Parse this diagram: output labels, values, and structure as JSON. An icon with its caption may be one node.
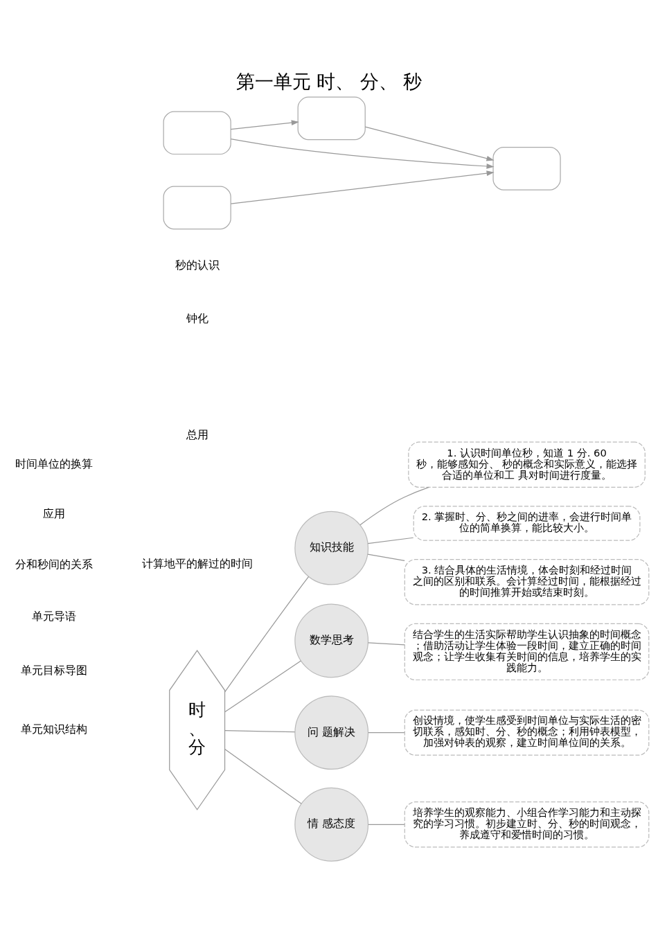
{
  "diagram": {
    "title": "第一单元 时、 分、 秒",
    "nodes": [
      {
        "text": [
          "时、分"
        ]
      },
      {
        "text": [
          "知识技能"
        ]
      },
      {
        "text": [
          "1. 认识时间单位秒，知道 1 分. 60 秒，能够感知分、 秒的概念和实际意义，能选择合适的单位和工 具对时间进行度量。"
        ]
      },
      {
        "text": [
          "2. 掌握时、分、秒之间的进率，会进行时间单位的简单换算，能比较大小。"
        ]
      },
      {
        "text": [
          "3. 结合具体的生活情境，体会时刻和经过时间之间的区别和联系。会计算经过时间，能根据经过的时间推算开始或结束时刻。"
        ]
      },
      {
        "text": [
          "数学思考"
        ]
      },
      {
        "text": [
          "结合学生的生活实际帮助学生认识抽象的时间概念；借助活动让学生体验一段时间，建立正确的时间观念；让学生收集有关时间的信息，培养学生的实践能力。"
        ]
      },
      {
        "text": [
          "问 题解决"
        ]
      },
      {
        "text": [
          "创设情境，使学生感受到时间单位与实际生活的密切联系，感知时、分、秒的概念；利用钟表模型，加强对钟表的观察，建立时间单位间的关系。"
        ]
      },
      {
        "text": [
          "情 感态度"
        ]
      },
      {
        "text": [
          "培养学生的观察能力、小组合作学习能力和主动探究的学习习惯。初步建立时、分、秒的时间观念，养成遵守和爱惜时间的习惯。"
        ]
      },
      {
        "text": [],
        "shape": "box"
      },
      {
        "text": [],
        "shape": "box"
      },
      {
        "text": [],
        "shape": "box"
      },
      {
        "text": [],
        "shape": "box"
      }
    ],
    "edges": [
      {
        "from": 0,
        "to": 1,
        "arrow": "none"
      },
      {
        "from": 0,
        "to": 5,
        "arrow": "none"
      },
      {
        "from": 0,
        "to": 7,
        "arrow": "none"
      },
      {
        "from": 0,
        "to": 9,
        "arrow": "none"
      },
      {
        "from": 1,
        "to": 2,
        "arrow": "none"
      },
      {
        "from": 1,
        "to": 3,
        "arrow": "none"
      },
      {
        "from": 1,
        "to": 4,
        "arrow": "none"
      },
      {
        "from": 5,
        "to": 6,
        "arrow": "none"
      },
      {
        "from": 7,
        "to": 8,
        "arrow": "none"
      },
      {
        "from": 9,
        "to": 10,
        "arrow": "none"
      },
      {
        "from": 11,
        "to": 12,
        "arrow": "to"
      },
      {
        "from": 11,
        "to": 13,
        "arrow": "to"
      },
      {
        "from": 12,
        "to": 13,
        "arrow": "to"
      },
      {
        "from": 14,
        "to": 13,
        "arrow": "to"
      }
    ],
    "labels": [
      "单元导语",
      "单元目标导图",
      "单元知识结构",
      "秒的认识",
      "钟化",
      "时间单位的换算",
      "总用",
      "应用",
      "计算地平的解过的时间",
      "分和秒间的关系"
    ]
  }
}
